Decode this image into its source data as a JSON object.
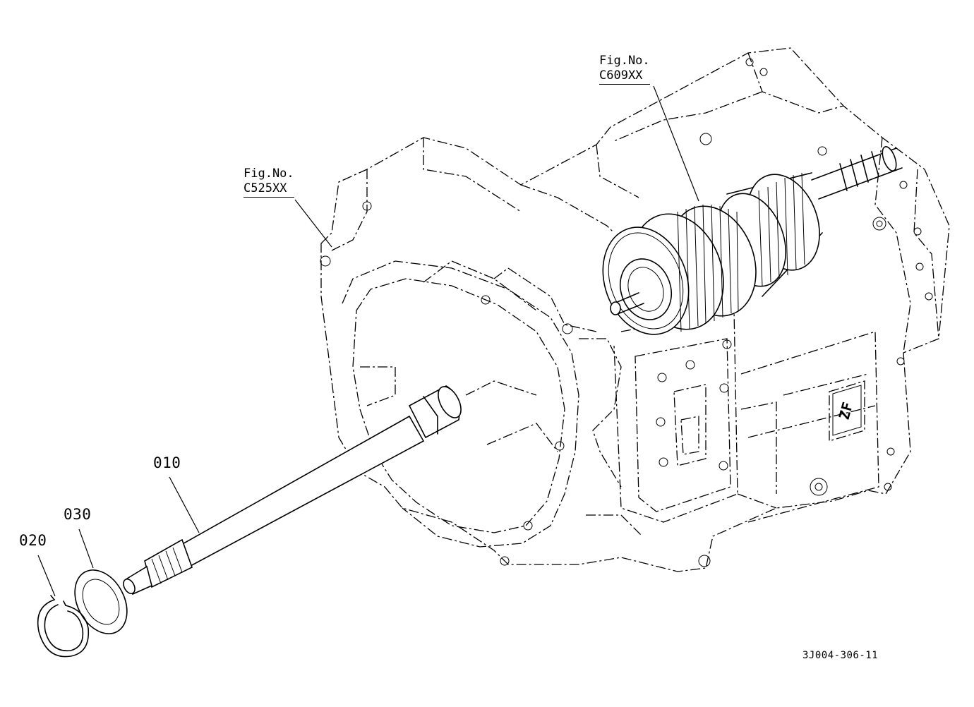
{
  "figure_refs": [
    {
      "label": "Fig.No.",
      "number": "C525XX"
    },
    {
      "label": "Fig.No.",
      "number": "C609XX"
    }
  ],
  "callouts": [
    "010",
    "030",
    "020"
  ],
  "drawing_code": "3J004-306-11",
  "logo_text": "ZF"
}
